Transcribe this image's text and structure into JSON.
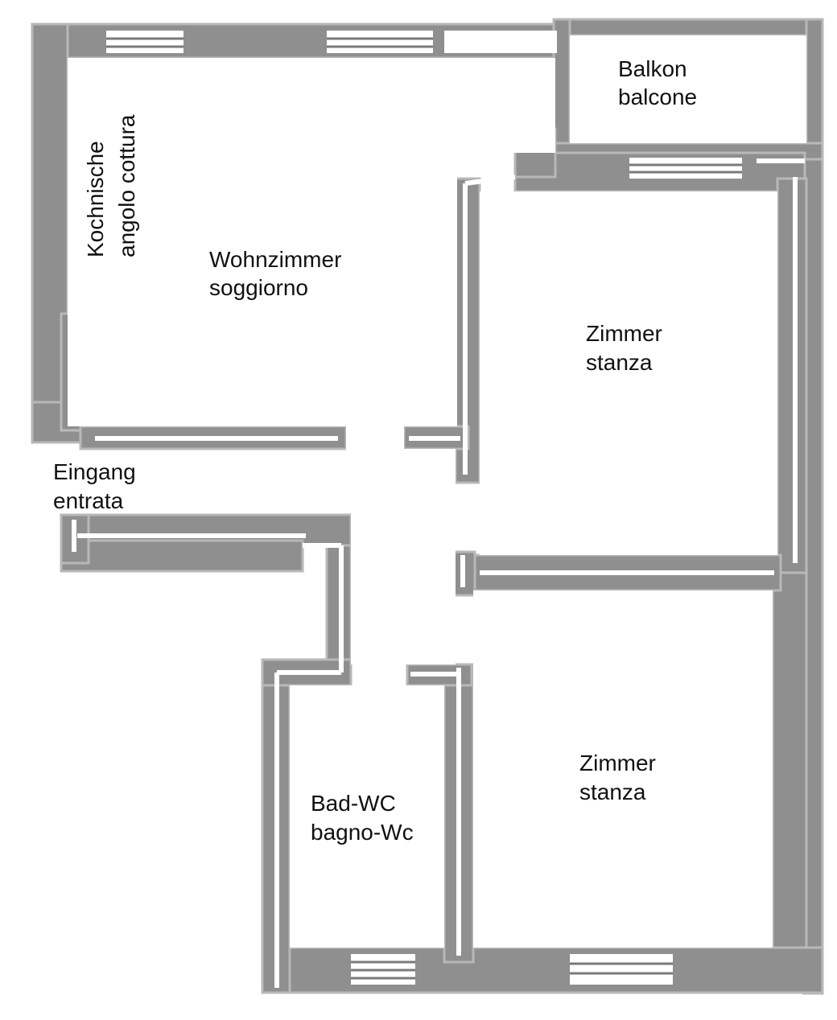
{
  "rooms": {
    "balcony": {
      "line1": "Balkon",
      "line2": "balcone"
    },
    "kitchenette": {
      "line1": "Kochnische",
      "line2": "angolo cottura"
    },
    "living": {
      "line1": "Wohnzimmer",
      "line2": "soggiorno"
    },
    "room_upper": {
      "line1": "Zimmer",
      "line2": "stanza"
    },
    "entrance": {
      "line1": "Eingang",
      "line2": "entrata"
    },
    "bath": {
      "line1": "Bad-WC",
      "line2": "bagno-Wc"
    },
    "room_lower": {
      "line1": "Zimmer",
      "line2": "stanza"
    }
  },
  "colors": {
    "wall": "#8f8f8f",
    "background": "#ffffff",
    "text": "#111111"
  }
}
